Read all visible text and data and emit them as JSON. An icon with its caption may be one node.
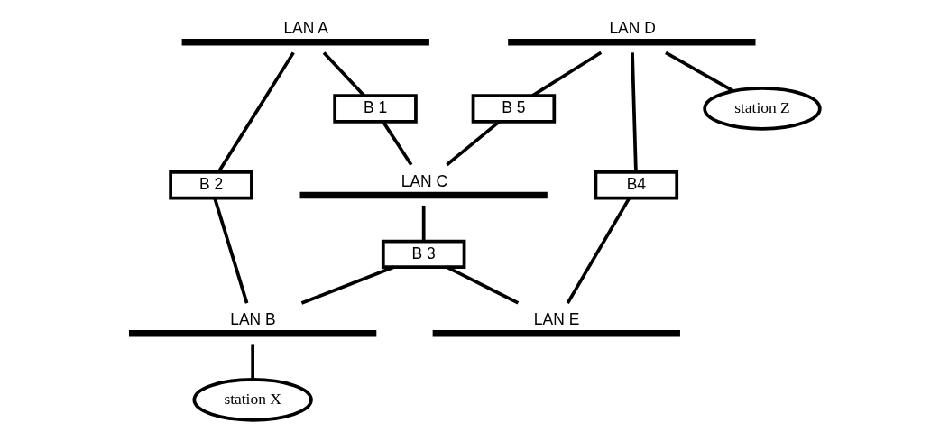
{
  "diagram": {
    "nodes": [
      {
        "text": [
          "LAN A"
        ]
      },
      {
        "text": [
          "LAN D"
        ]
      },
      {
        "text": [
          "B 1"
        ]
      },
      {
        "text": [
          "B 5"
        ]
      },
      {
        "text": [
          "station Z"
        ]
      },
      {
        "text": [
          "B 2"
        ]
      },
      {
        "text": [
          "LAN C"
        ]
      },
      {
        "text": [
          "B4"
        ]
      },
      {
        "text": [
          "B 3"
        ]
      },
      {
        "text": [
          "LAN B"
        ]
      },
      {
        "text": [
          "LAN E"
        ]
      },
      {
        "text": [
          "station X"
        ]
      }
    ],
    "edges": [
      {
        "from": 0,
        "to": 2,
        "arrow": "none"
      },
      {
        "from": 2,
        "to": 6,
        "arrow": "none"
      },
      {
        "from": 0,
        "to": 5,
        "arrow": "none"
      },
      {
        "from": 5,
        "to": 9,
        "arrow": "none"
      },
      {
        "from": 1,
        "to": 3,
        "arrow": "none"
      },
      {
        "from": 3,
        "to": 6,
        "arrow": "none"
      },
      {
        "from": 1,
        "to": 7,
        "arrow": "none"
      },
      {
        "from": 7,
        "to": 10,
        "arrow": "none"
      },
      {
        "from": 1,
        "to": 4,
        "arrow": "none"
      },
      {
        "from": 6,
        "to": 8,
        "arrow": "none"
      },
      {
        "from": 8,
        "to": 9,
        "arrow": "none"
      },
      {
        "from": 8,
        "to": 10,
        "arrow": "none"
      },
      {
        "from": 9,
        "to": 11,
        "arrow": "none"
      }
    ]
  }
}
